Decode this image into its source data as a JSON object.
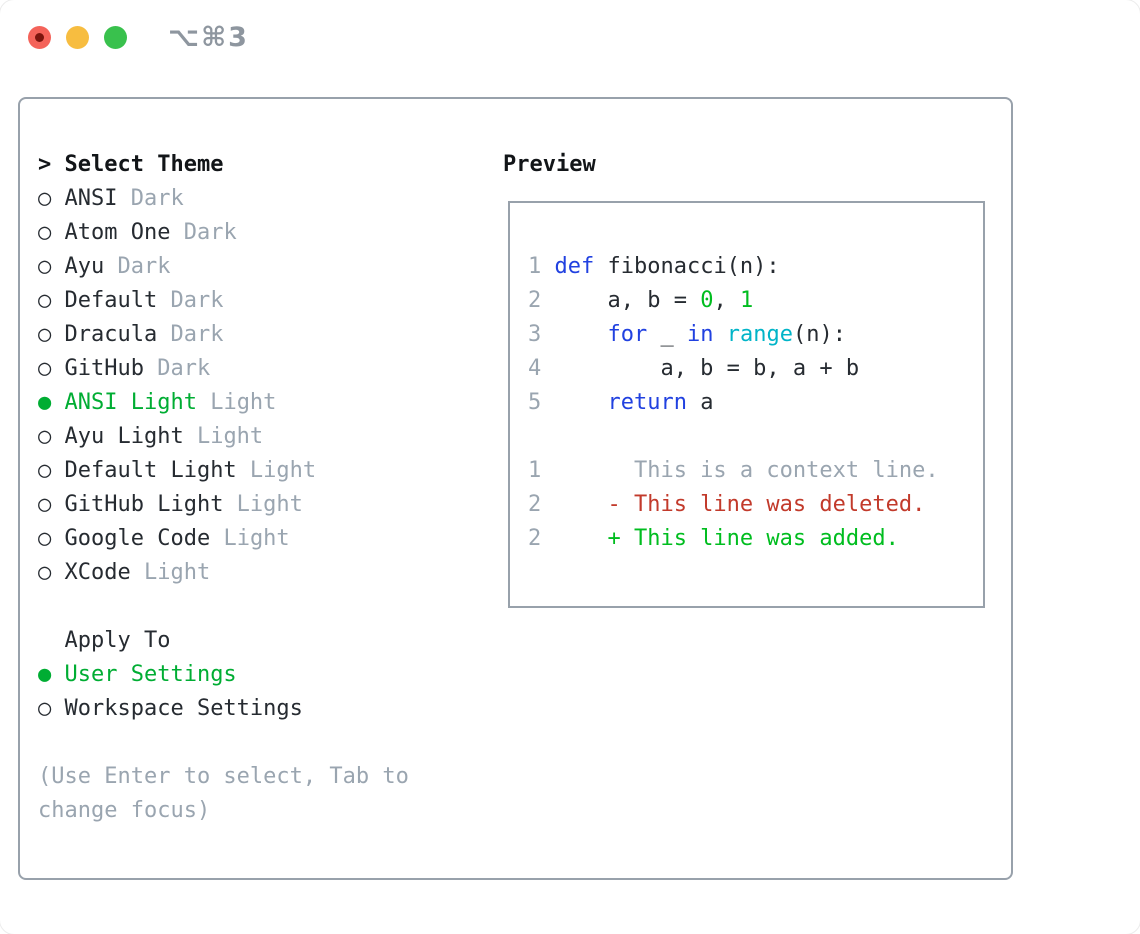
{
  "window": {
    "title": "⌥⌘3"
  },
  "icons": {
    "radio_on": "●",
    "radio_off": "○",
    "header_prefix": ">"
  },
  "colors": {
    "fg": "#262b31",
    "heading": "#121518",
    "muted": "#9aa5b0",
    "border": "#98a1ab",
    "kw": "#2141e0",
    "fn": "#00b4c8",
    "lit": "#00bd1f",
    "add": "#00bd1f",
    "del": "#c23a2b",
    "ui_green": "#00ad33",
    "title_gray": "#8e969f",
    "traffic_red": "#f4635a",
    "traffic_red_dot": "#7b150e",
    "traffic_yellow": "#f7bd40",
    "traffic_green": "#39c14d"
  },
  "theme_panel": {
    "header": "Select Theme",
    "items": [
      {
        "name": "ANSI",
        "tag": "Dark",
        "selected": false
      },
      {
        "name": "Atom One",
        "tag": "Dark",
        "selected": false
      },
      {
        "name": "Ayu",
        "tag": "Dark",
        "selected": false
      },
      {
        "name": "Default",
        "tag": "Dark",
        "selected": false
      },
      {
        "name": "Dracula",
        "tag": "Dark",
        "selected": false
      },
      {
        "name": "GitHub",
        "tag": "Dark",
        "selected": false
      },
      {
        "name": "ANSI Light",
        "tag": "Light",
        "selected": true
      },
      {
        "name": "Ayu Light",
        "tag": "Light",
        "selected": false
      },
      {
        "name": "Default Light",
        "tag": "Light",
        "selected": false
      },
      {
        "name": "GitHub Light",
        "tag": "Light",
        "selected": false
      },
      {
        "name": "Google Code",
        "tag": "Light",
        "selected": false
      },
      {
        "name": "XCode",
        "tag": "Light",
        "selected": false
      }
    ]
  },
  "apply_panel": {
    "header": "Apply To",
    "options": [
      {
        "label": "User Settings",
        "selected": true
      },
      {
        "label": "Workspace Settings",
        "selected": false
      }
    ]
  },
  "hint": "(Use Enter to select, Tab to change focus)",
  "preview": {
    "header": "Preview",
    "lines": [
      {
        "num": "1",
        "segments": [
          [
            "kw",
            "def"
          ],
          [
            "fg",
            " fibonacci(n):"
          ]
        ]
      },
      {
        "num": "2",
        "segments": [
          [
            "fg",
            "    a, b = "
          ],
          [
            "lit",
            "0"
          ],
          [
            "fg",
            ", "
          ],
          [
            "lit",
            "1"
          ]
        ]
      },
      {
        "num": "3",
        "segments": [
          [
            "fg",
            "    "
          ],
          [
            "kw",
            "for"
          ],
          [
            "fg",
            " _ "
          ],
          [
            "kw",
            "in"
          ],
          [
            "fg",
            " "
          ],
          [
            "fn",
            "range"
          ],
          [
            "fg",
            "(n):"
          ]
        ]
      },
      {
        "num": "4",
        "segments": [
          [
            "fg",
            "        a, b = b, a + b"
          ]
        ]
      },
      {
        "num": "5",
        "segments": [
          [
            "fg",
            "    "
          ],
          [
            "kw",
            "return"
          ],
          [
            "fg",
            " a"
          ]
        ]
      },
      {
        "num": "",
        "segments": []
      },
      {
        "num": "1",
        "segments": [
          [
            "ctx",
            "      This is a context line."
          ]
        ]
      },
      {
        "num": "2",
        "segments": [
          [
            "del",
            "    - This line was deleted."
          ]
        ]
      },
      {
        "num": "2",
        "segments": [
          [
            "add",
            "    + This line was added."
          ]
        ]
      }
    ]
  }
}
